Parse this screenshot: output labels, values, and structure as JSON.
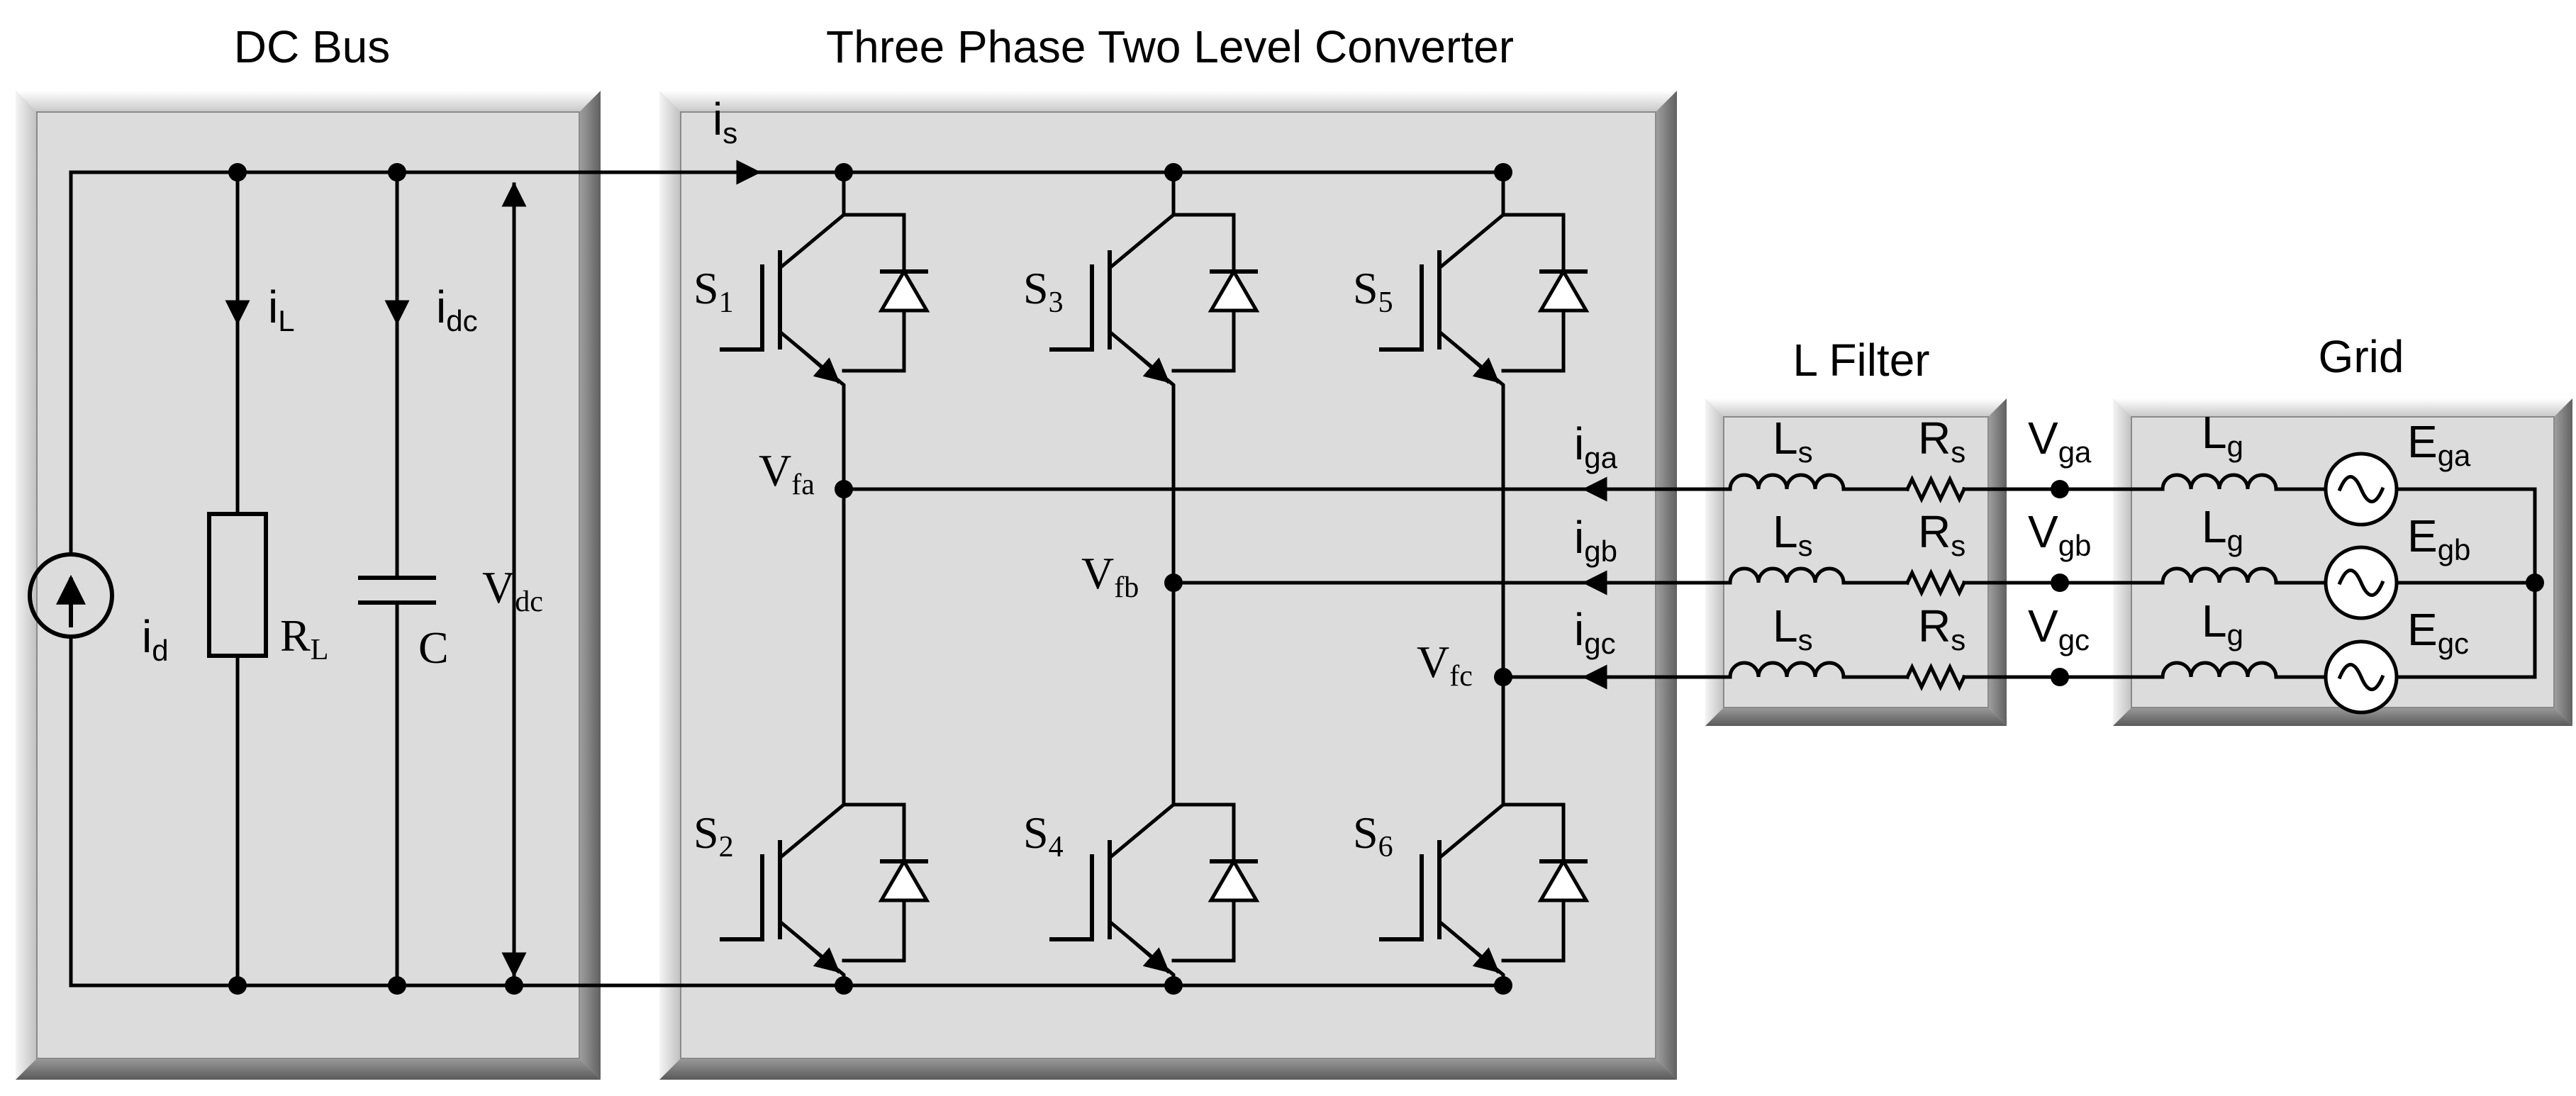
{
  "blocks": {
    "dc_bus": "DC Bus",
    "converter": "Three Phase Two Level Converter",
    "l_filter": "L Filter",
    "grid": "Grid"
  },
  "currents": {
    "i_s": {
      "main": "i",
      "sub": "s"
    },
    "i_L": {
      "main": "i",
      "sub": "L"
    },
    "i_dc": {
      "main": "i",
      "sub": "dc"
    },
    "i_d": {
      "main": "i",
      "sub": "d"
    },
    "i_ga": {
      "main": "i",
      "sub": "ga"
    },
    "i_gb": {
      "main": "i",
      "sub": "gb"
    },
    "i_gc": {
      "main": "i",
      "sub": "gc"
    }
  },
  "dc_components": {
    "R_L": {
      "main": "R",
      "sub": "L"
    },
    "C": "C",
    "V_dc": {
      "main": "V",
      "sub": "dc"
    }
  },
  "switches": [
    {
      "main": "S",
      "sub": "1"
    },
    {
      "main": "S",
      "sub": "2"
    },
    {
      "main": "S",
      "sub": "3"
    },
    {
      "main": "S",
      "sub": "4"
    },
    {
      "main": "S",
      "sub": "5"
    },
    {
      "main": "S",
      "sub": "6"
    }
  ],
  "converter_nodes": [
    {
      "main": "V",
      "sub": "fa"
    },
    {
      "main": "V",
      "sub": "fb"
    },
    {
      "main": "V",
      "sub": "fc"
    }
  ],
  "filter_rows": [
    {
      "L": {
        "main": "L",
        "sub": "s"
      },
      "R": {
        "main": "R",
        "sub": "s"
      },
      "V": {
        "main": "V",
        "sub": "ga"
      }
    },
    {
      "L": {
        "main": "L",
        "sub": "s"
      },
      "R": {
        "main": "R",
        "sub": "s"
      },
      "V": {
        "main": "V",
        "sub": "gb"
      }
    },
    {
      "L": {
        "main": "L",
        "sub": "s"
      },
      "R": {
        "main": "R",
        "sub": "s"
      },
      "V": {
        "main": "V",
        "sub": "gc"
      }
    }
  ],
  "grid_rows": [
    {
      "L": {
        "main": "L",
        "sub": "g"
      },
      "E": {
        "main": "E",
        "sub": "ga"
      }
    },
    {
      "L": {
        "main": "L",
        "sub": "g"
      },
      "E": {
        "main": "E",
        "sub": "gb"
      }
    },
    {
      "L": {
        "main": "L",
        "sub": "g"
      },
      "E": {
        "main": "E",
        "sub": "gc"
      }
    }
  ],
  "colors": {
    "panel_fill": "#dcdcdc",
    "panel_edge": "#8a8a8a",
    "wire": "#000000"
  }
}
